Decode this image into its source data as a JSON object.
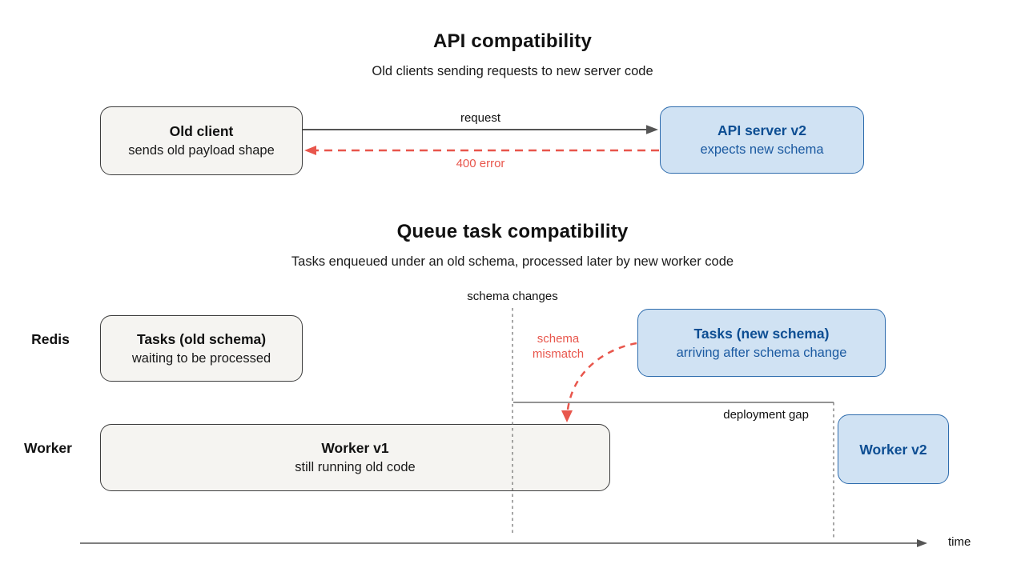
{
  "colors": {
    "background": "#ffffff",
    "box_gray_fill": "#f5f4f1",
    "box_gray_border": "#3d3d3d",
    "box_blue_fill": "#d0e2f3",
    "box_blue_border": "#2e6cad",
    "blue_text": "#0d4e93",
    "red_accent": "#e8564c",
    "line_gray": "#555555",
    "dashed_gray": "#6b6b6b",
    "text_dark": "#111111"
  },
  "api_section": {
    "title": "API compatibility",
    "subtitle": "Old clients sending requests to new server code",
    "old_client": {
      "title": "Old client",
      "subtitle": "sends old payload shape"
    },
    "api_server": {
      "title": "API server v2",
      "subtitle": "expects new schema"
    },
    "request_label": "request",
    "error_label": "400 error"
  },
  "queue_section": {
    "title": "Queue task compatibility",
    "subtitle": "Tasks enqueued under an old schema, processed later by new worker code",
    "schema_changes_label": "schema changes",
    "lane_labels": {
      "redis": "Redis",
      "worker": "Worker"
    },
    "tasks_old": {
      "title": "Tasks (old schema)",
      "subtitle": "waiting to be processed"
    },
    "tasks_new": {
      "title": "Tasks (new schema)",
      "subtitle": "arriving after schema change"
    },
    "schema_mismatch_line1": "schema",
    "schema_mismatch_line2": "mismatch",
    "deployment_gap_label": "deployment gap",
    "worker_v1": {
      "title": "Worker v1",
      "subtitle": "still running old code"
    },
    "worker_v2": {
      "title": "Worker v2"
    },
    "time_label": "time"
  }
}
